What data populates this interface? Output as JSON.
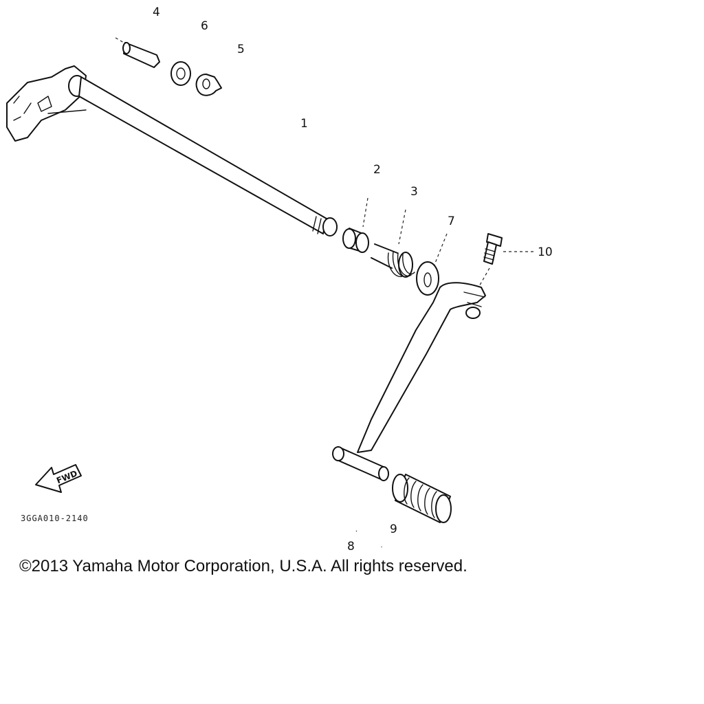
{
  "diagram": {
    "callouts": {
      "c1": "1",
      "c2": "2",
      "c3": "3",
      "c4": "4",
      "c5": "5",
      "c6": "6",
      "c7": "7",
      "c8": "8",
      "c9": "9",
      "c10": "10"
    },
    "fwd_label": "FWD",
    "drawing_code": "3GGA010-2140"
  },
  "copyright": "©2013 Yamaha Motor Corporation, U.S.A. All rights reserved."
}
